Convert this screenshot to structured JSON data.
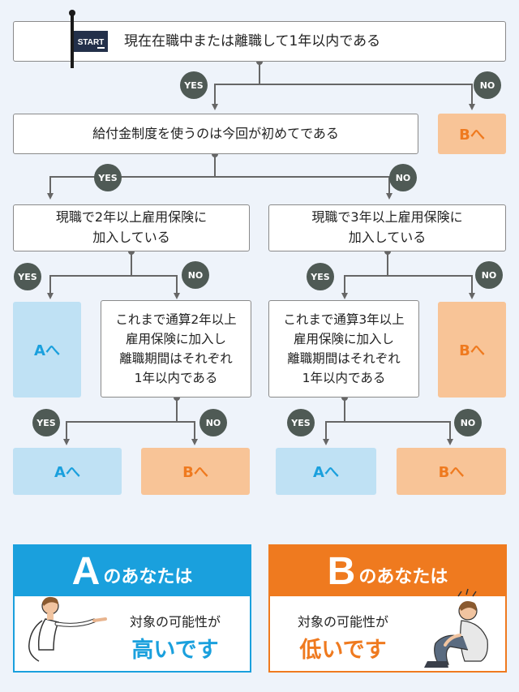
{
  "start_icon": "START",
  "q1": "現在在職中または離職して1年以内である",
  "q2": "給付金制度を使うのは今回が初めてである",
  "q3": "現職で2年以上雇用保険に\n加入している",
  "q4": "現職で3年以上雇用保険に\n加入している",
  "q5": "これまで通算2年以上\n雇用保険に加入し\n離職期間はそれぞれ\n1年以内である",
  "q6": "これまで通算3年以上\n雇用保険に加入し\n離職期間はそれぞれ\n1年以内である",
  "yes": "YES",
  "no": "NO",
  "result_a": "Aへ",
  "result_b": "Bへ",
  "panel_a": {
    "letter": "A",
    "heading": "のあなたは",
    "sub": "対象の可能性が",
    "big": "高いです"
  },
  "panel_b": {
    "letter": "B",
    "heading": "のあなたは",
    "sub": "対象の可能性が",
    "big": "低いです"
  },
  "colors": {
    "a": "#1aa0dd",
    "b": "#ef7a1f",
    "badge": "#4f5a55",
    "bg": "#eef3fa"
  }
}
